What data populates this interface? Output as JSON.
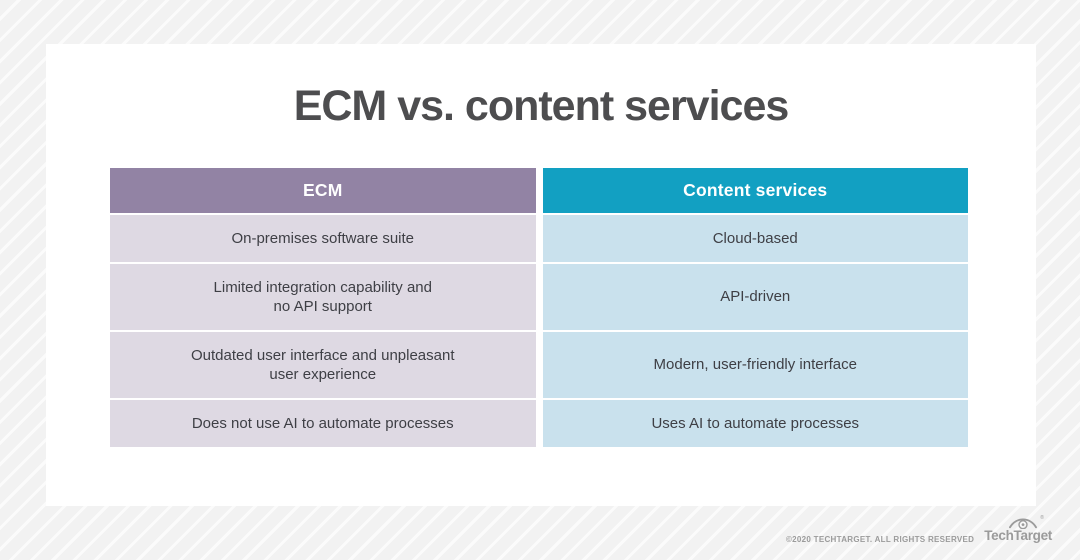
{
  "page": {
    "title": "ECM vs. content services"
  },
  "table": {
    "columns": [
      {
        "id": "ecm",
        "header": "ECM"
      },
      {
        "id": "content_services",
        "header": "Content services"
      }
    ],
    "rows": [
      {
        "ecm": "On-premises software suite",
        "content_services": "Cloud-based"
      },
      {
        "ecm": "Limited integration capability and\nno API support",
        "content_services": "API-driven"
      },
      {
        "ecm": "Outdated user interface and unpleasant\nuser experience",
        "content_services": "Modern, user-friendly interface"
      },
      {
        "ecm": "Does not use AI to automate processes",
        "content_services": "Uses AI to automate processes"
      }
    ]
  },
  "footer": {
    "copyright": "©2020 TECHTARGET. ALL RIGHTS RESERVED",
    "logo_text": "TechTarget",
    "logo_reg": "®"
  },
  "colors": {
    "ecm-header": "#9283a4",
    "cs-header": "#12a0c2",
    "ecm-cell": "#ded9e3",
    "cs-cell": "#c9e1ed",
    "header-text": "#ffffff",
    "cell-text": "#3e3f45",
    "title-text": "#4d4d4f",
    "card-bg": "#ffffff",
    "bg-stripe-dark": "#f2f2f2",
    "bg-stripe-light": "#fbfbfb",
    "footer-text": "#9b9b9b"
  }
}
